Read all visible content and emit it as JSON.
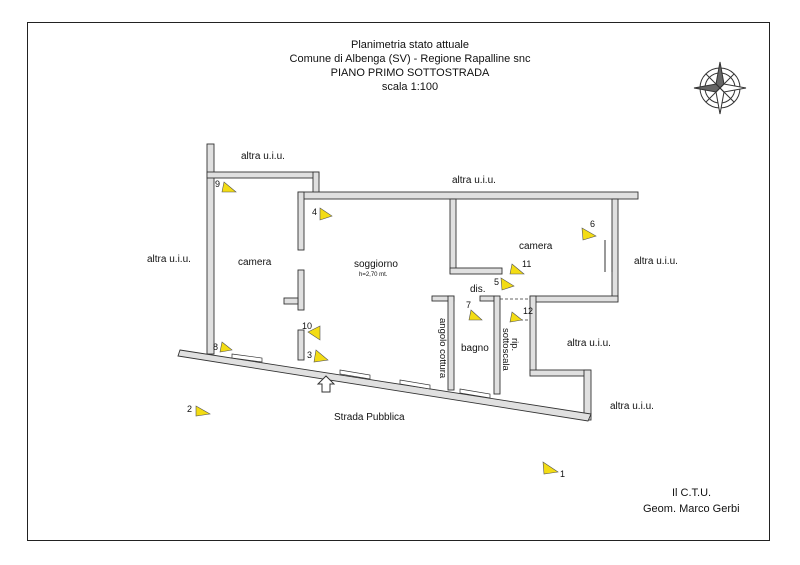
{
  "title_block": {
    "line1": "Planimetria stato attuale",
    "line2": "Comune di Albenga (SV) - Regione Rapalline snc",
    "line3": "PIANO PRIMO SOTTOSTRADA",
    "line4": "scala 1:100"
  },
  "rooms": {
    "camera_left": "camera",
    "soggiorno": "soggiorno",
    "soggiorno_height": "h=2,70 mt.",
    "camera_right": "camera",
    "dis": "dis.",
    "bagno": "bagno",
    "angolo_cottura": "angolo cottura",
    "rip": "rip.",
    "sottoscala": "sottoscala"
  },
  "neighbors": {
    "top_left": "altra u.i.u.",
    "top": "altra u.i.u.",
    "left": "altra u.i.u.",
    "right": "altra u.i.u.",
    "right_mid": "altra u.i.u.",
    "bottom_right": "altra u.i.u."
  },
  "street": "Strada Pubblica",
  "photo_markers": [
    "1",
    "2",
    "3",
    "4",
    "5",
    "6",
    "7",
    "8",
    "9",
    "10",
    "11",
    "12"
  ],
  "signature": {
    "line1": "Il C.T.U.",
    "line2": "Geom. Marco Gerbi"
  },
  "icons": [
    "compass-rose-icon",
    "entrance-arrow-icon",
    "camera-viewpoint-icon"
  ],
  "colors": {
    "wall_fill": "#e0e0e0",
    "wall_stroke": "#333333",
    "marker": "#f3dc14"
  }
}
